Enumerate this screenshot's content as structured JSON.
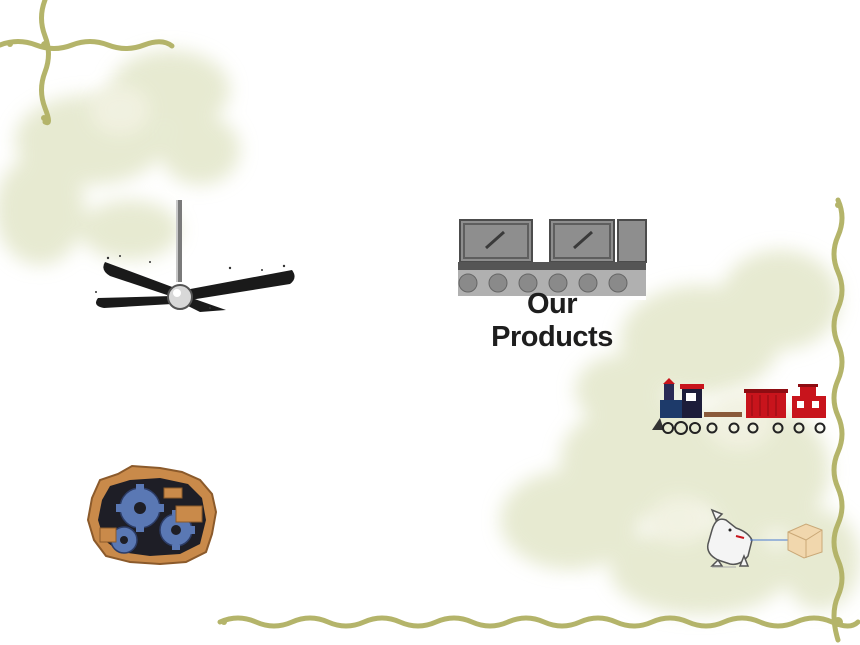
{
  "products_card": {
    "line1": "Our",
    "line2": "Products"
  },
  "colors": {
    "vine": "#b8b86a",
    "vine_dark": "#8f8f45",
    "leaf_wash": "#e6e8cf",
    "train_red": "#c8141c",
    "gear_blue": "#3c5a96",
    "brick": "#b5783c"
  },
  "icons": [
    "vine-border-top-left",
    "vine-border-bottom-right",
    "ceiling-fan-icon",
    "conveyor-belt-icon",
    "train-icon",
    "gears-in-wall-icon",
    "dog-pulling-box-icon"
  ]
}
